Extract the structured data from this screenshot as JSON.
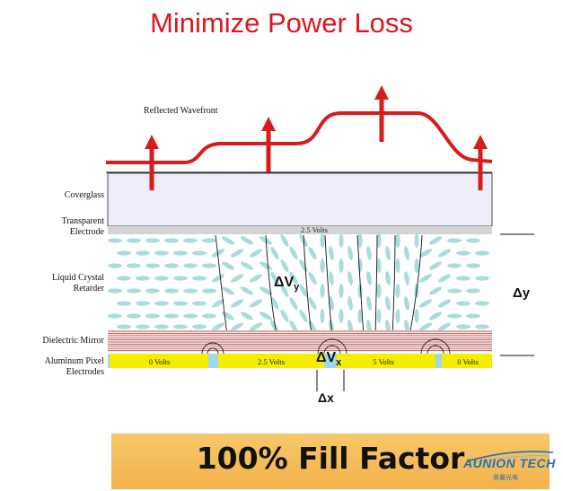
{
  "title": "Minimize Power Loss",
  "wavefront_label": "Reflected Wavefront",
  "layers": {
    "coverglass": "Coverglass",
    "transparent_electrode": [
      "Transparent",
      "Electrode"
    ],
    "liquid_crystal": [
      "Liquid Crystal",
      "Retarder"
    ],
    "dielectric_mirror": "Dielectric Mirror",
    "aluminum": [
      "Aluminum Pixel",
      "Electrodes"
    ]
  },
  "top_electrode_voltage": "2.5 Volts",
  "pixel_voltages": [
    "0 Volts",
    "2.5 Volts",
    "5 Volts",
    "0 Volts"
  ],
  "delta": {
    "vy": "ΔV",
    "vy_sub": "y",
    "vx": "ΔV",
    "vx_sub": "x",
    "x": "Δx",
    "y": "Δy"
  },
  "fill_factor": "100% Fill Factor",
  "logo": {
    "name": "AUNION TECH",
    "subtitle": "昊量光电"
  },
  "colors": {
    "title": "#e0161e",
    "wavefront": "#d81b1b",
    "coverglass": "#eeeefa",
    "electrode": "#d4d4d4",
    "lc_molecule": "#a9dcdc",
    "mirror": "#b04848",
    "pixel": "#f5ec00",
    "fill_box": "#f3b24a"
  },
  "icons": [
    "up-arrow-icon",
    "field-line-icon",
    "aunion-logo-icon"
  ]
}
